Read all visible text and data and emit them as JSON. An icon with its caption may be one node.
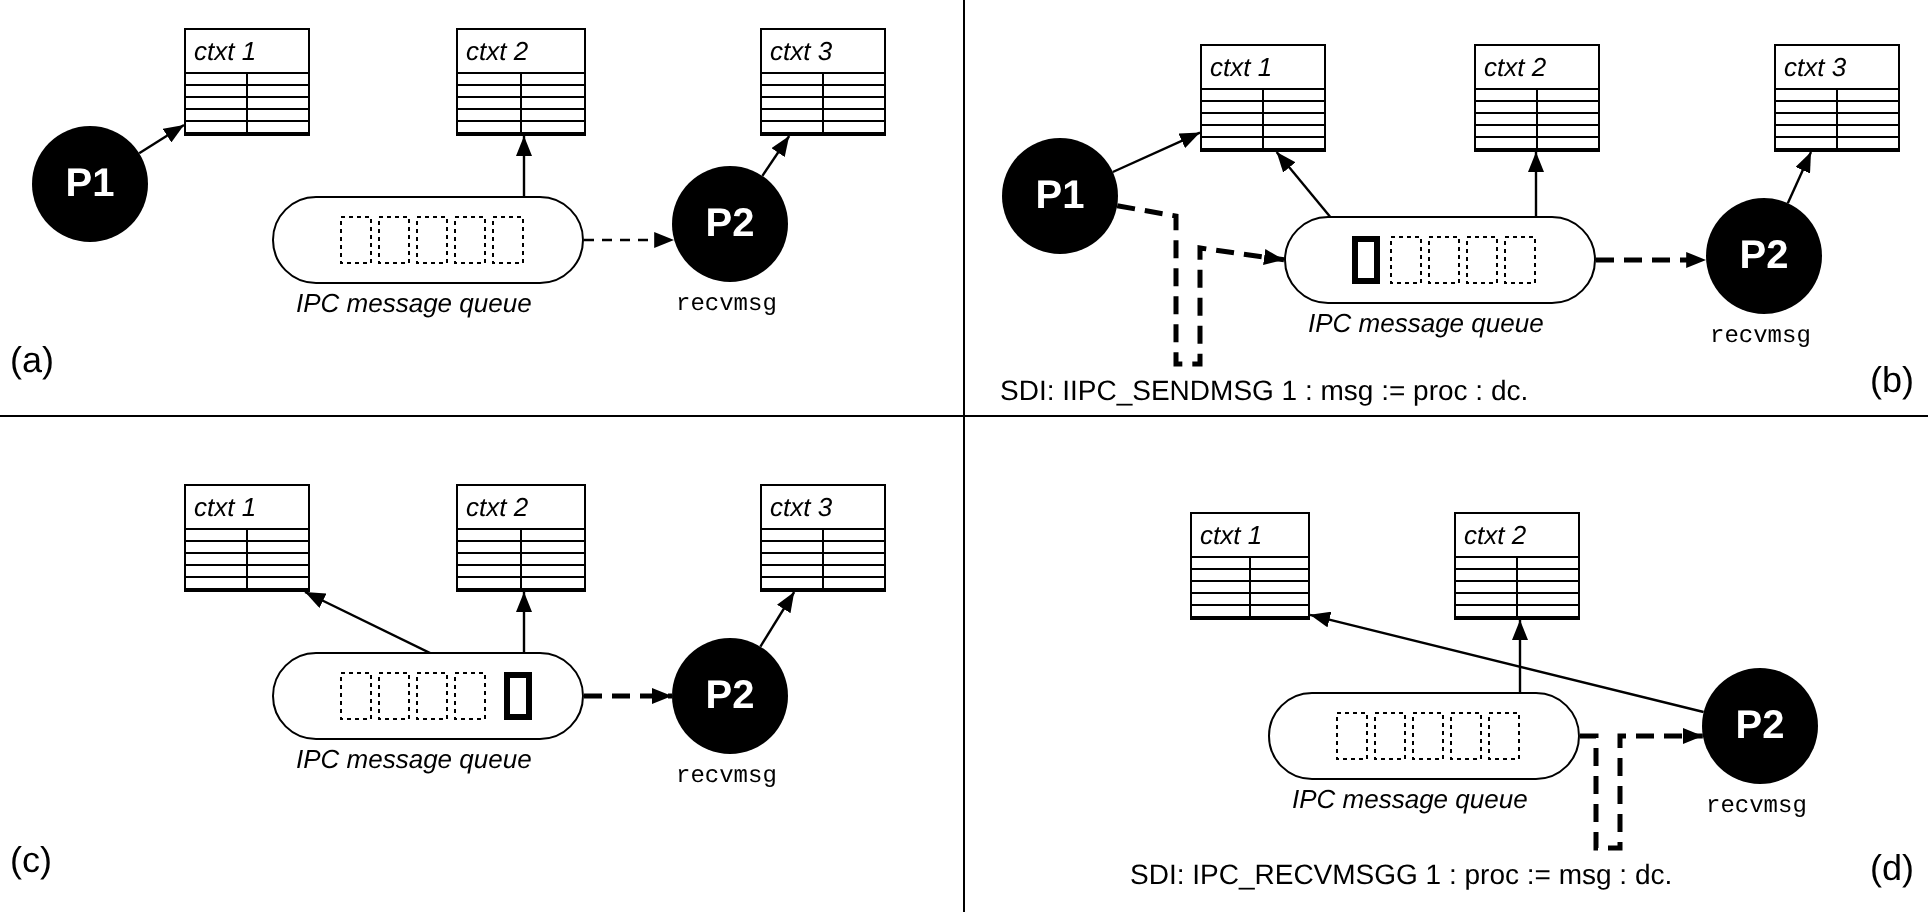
{
  "diagram": {
    "nodes": [
      {
        "text": [
          "P1"
        ]
      },
      {
        "text": [
          "ctxt 1"
        ]
      },
      {
        "text": [
          "ctxt 2"
        ]
      },
      {
        "text": [
          "ctxt 3"
        ]
      },
      {
        "text": [
          "IPC message queue"
        ]
      },
      {
        "text": [
          "P2"
        ],
        "beside": [
          "recvmsg"
        ]
      },
      {
        "text": [
          "P1"
        ]
      },
      {
        "text": [
          "ctxt 1"
        ]
      },
      {
        "text": [
          "ctxt 2"
        ]
      },
      {
        "text": [
          "ctxt 3"
        ]
      },
      {
        "text": [
          "IPC message queue"
        ]
      },
      {
        "text": [],
        "shape": "box",
        "in": 10
      },
      {
        "text": [
          "P2"
        ],
        "beside": [
          "recvmsg"
        ]
      },
      {
        "text": [
          "ctxt 1"
        ]
      },
      {
        "text": [
          "ctxt 2"
        ]
      },
      {
        "text": [
          "ctxt 3"
        ]
      },
      {
        "text": [
          "IPC message queue"
        ]
      },
      {
        "text": [],
        "shape": "box",
        "in": 16
      },
      {
        "text": [
          "P2"
        ],
        "beside": [
          "recvmsg"
        ]
      },
      {
        "text": [
          "ctxt 1"
        ]
      },
      {
        "text": [
          "ctxt 2"
        ]
      },
      {
        "text": [
          "IPC message queue"
        ]
      },
      {
        "text": [
          "P2"
        ],
        "beside": [
          "recvmsg"
        ]
      }
    ],
    "edges": [
      {
        "from": 0,
        "to": 1,
        "arrow": "to"
      },
      {
        "from": 4,
        "to": 2,
        "arrow": "to"
      },
      {
        "from": 5,
        "to": 3,
        "arrow": "to"
      },
      {
        "from": 4,
        "to": 5,
        "arrow": "to",
        "style": "dashed"
      },
      {
        "from": 6,
        "to": 7,
        "arrow": "to"
      },
      {
        "from": 11,
        "to": 7,
        "arrow": "to"
      },
      {
        "from": 10,
        "to": 8,
        "arrow": "to"
      },
      {
        "from": 12,
        "to": 9,
        "arrow": "to"
      },
      {
        "from": 6,
        "to": 10,
        "arrow": "to",
        "style": "dashed",
        "label": "SDI: IIPC_SENDMSG 1 : msg := proc : dc."
      },
      {
        "from": 10,
        "to": 12,
        "arrow": "to",
        "style": "dashed"
      },
      {
        "from": 17,
        "to": 13,
        "arrow": "to"
      },
      {
        "from": 16,
        "to": 14,
        "arrow": "to"
      },
      {
        "from": 18,
        "to": 15,
        "arrow": "to"
      },
      {
        "from": 16,
        "to": 18,
        "arrow": "to",
        "style": "dashed"
      },
      {
        "from": 22,
        "to": 19,
        "arrow": "to"
      },
      {
        "from": 21,
        "to": 20,
        "arrow": "to"
      },
      {
        "from": 21,
        "to": 22,
        "arrow": "to",
        "style": "dashed",
        "label": "SDI: IPC_RECVMSGG 1 : proc := msg : dc."
      }
    ],
    "labels": [
      "(a)",
      "(b)",
      "(c)",
      "(d)"
    ]
  }
}
